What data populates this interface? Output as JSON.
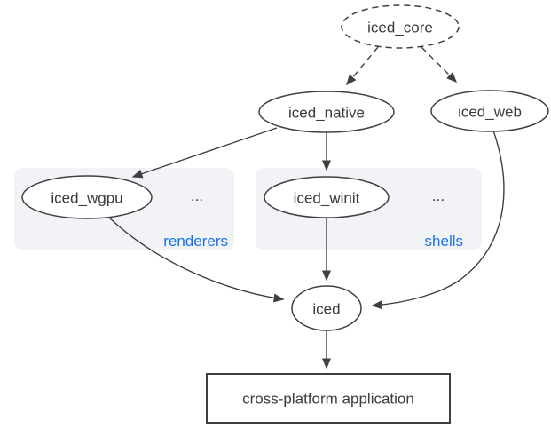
{
  "colors": {
    "stroke": "#404040",
    "node_text": "#3b3b3b",
    "group_fill": "#f2f3f7",
    "group_label": "#1a73e8",
    "background": "#ffffff"
  },
  "nodes": {
    "iced_core": {
      "label": "iced_core",
      "shape": "ellipse",
      "border": "dashed"
    },
    "iced_native": {
      "label": "iced_native",
      "shape": "ellipse",
      "border": "solid"
    },
    "iced_web": {
      "label": "iced_web",
      "shape": "ellipse",
      "border": "solid"
    },
    "iced_wgpu": {
      "label": "iced_wgpu",
      "shape": "ellipse",
      "border": "solid"
    },
    "iced_winit": {
      "label": "iced_winit",
      "shape": "ellipse",
      "border": "solid"
    },
    "iced": {
      "label": "iced",
      "shape": "ellipse",
      "border": "solid"
    },
    "app": {
      "label": "cross-platform application",
      "shape": "rectangle",
      "border": "solid"
    }
  },
  "groups": {
    "renderers": {
      "label": "renderers",
      "ellipsis": "...",
      "members": [
        "iced_wgpu"
      ]
    },
    "shells": {
      "label": "shells",
      "ellipsis": "...",
      "members": [
        "iced_winit"
      ]
    }
  },
  "edges": [
    {
      "from": "iced_core",
      "to": "iced_native",
      "style": "dashed"
    },
    {
      "from": "iced_core",
      "to": "iced_web",
      "style": "dashed"
    },
    {
      "from": "iced_native",
      "to": "iced_wgpu",
      "style": "solid"
    },
    {
      "from": "iced_native",
      "to": "iced_winit",
      "style": "solid"
    },
    {
      "from": "iced_wgpu",
      "to": "iced",
      "style": "solid"
    },
    {
      "from": "iced_winit",
      "to": "iced",
      "style": "solid"
    },
    {
      "from": "iced_web",
      "to": "iced",
      "style": "solid"
    },
    {
      "from": "iced",
      "to": "app",
      "style": "solid"
    }
  ]
}
